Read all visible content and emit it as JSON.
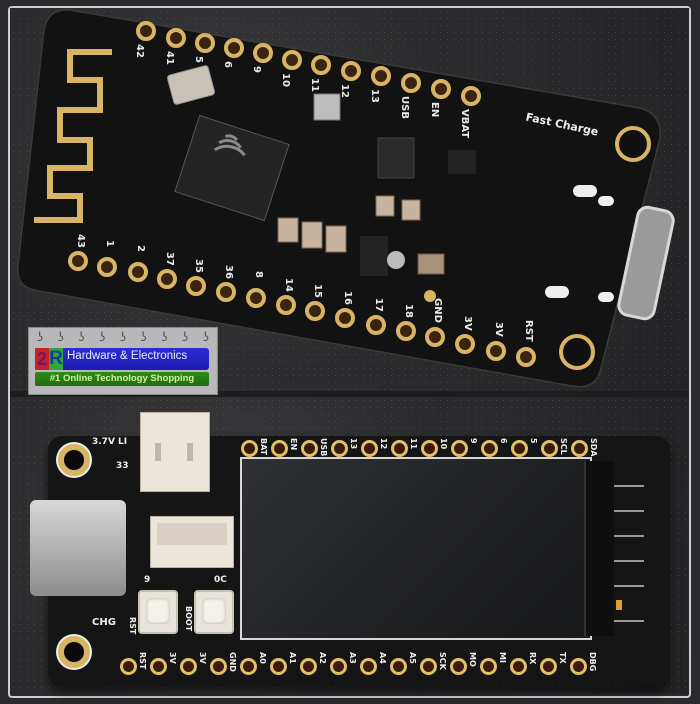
{
  "image": {
    "description": "Product photo composite: two ESP32-S3 development boards on a dark textured surface",
    "background_color": "#2a2a2c",
    "pad_color": "#d8b464",
    "board_color": "#141414"
  },
  "top_board": {
    "top_pins": [
      "42",
      "41",
      "5",
      "6",
      "9",
      "10",
      "11",
      "12",
      "13",
      "USB",
      "EN",
      "VBAT"
    ],
    "bottom_pins": [
      "43",
      "1",
      "2",
      "37",
      "35",
      "36",
      "8",
      "14",
      "15",
      "16",
      "17",
      "18",
      "GND",
      "3V",
      "3V",
      "RST"
    ],
    "silk_label": "Fast Charge",
    "chip_logo": "espressif-logo"
  },
  "logo": {
    "mark_left": "2",
    "mark_right": "R",
    "title": "Hardware & Electronics",
    "subtitle": "#1 Online Technology Shopping"
  },
  "bottom_board": {
    "battery_label": "3.7V LI",
    "part_label": "33",
    "top_pins": [
      "BAT",
      "EN",
      "USB",
      "13",
      "12",
      "11",
      "10",
      "9",
      "6",
      "5",
      "SCL",
      "SDA"
    ],
    "bottom_pins": [
      "RST",
      "3V",
      "3V",
      "GND",
      "A0",
      "A1",
      "A2",
      "A3",
      "A4",
      "A5",
      "SCK",
      "MO",
      "MI",
      "RX",
      "TX",
      "DBG"
    ],
    "charge_label": "CHG",
    "button_labels": [
      "RST",
      "BOOT"
    ],
    "connector_labels": [
      "9",
      "0C"
    ]
  }
}
